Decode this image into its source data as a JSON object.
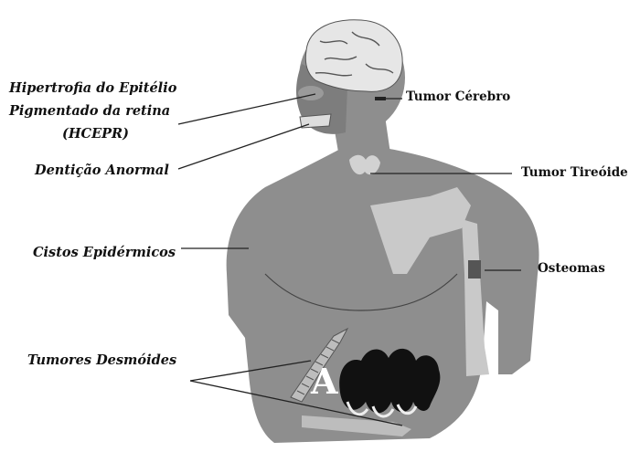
{
  "labels": {
    "hipertrofia": [
      "Hipertrofia do Epitélio",
      "Pigmentado da retina",
      "(HCEPR)"
    ],
    "denticao": "Dentição Anormal",
    "cistos": "Cistos Epidérmicos",
    "desmoides": "Tumores Desmóides",
    "cerebro": "Tumor Cérebro",
    "tireoide": "Tumor Tireóide",
    "osteomas": "Osteomas",
    "colon_letter": "A"
  },
  "colors": {
    "body": "#8e8e8e",
    "body_shadow": "#6f6f6f",
    "bone": "#c9c9c9",
    "brain": "#e6e6e6",
    "colon": "#111111",
    "leader": "#222222"
  }
}
